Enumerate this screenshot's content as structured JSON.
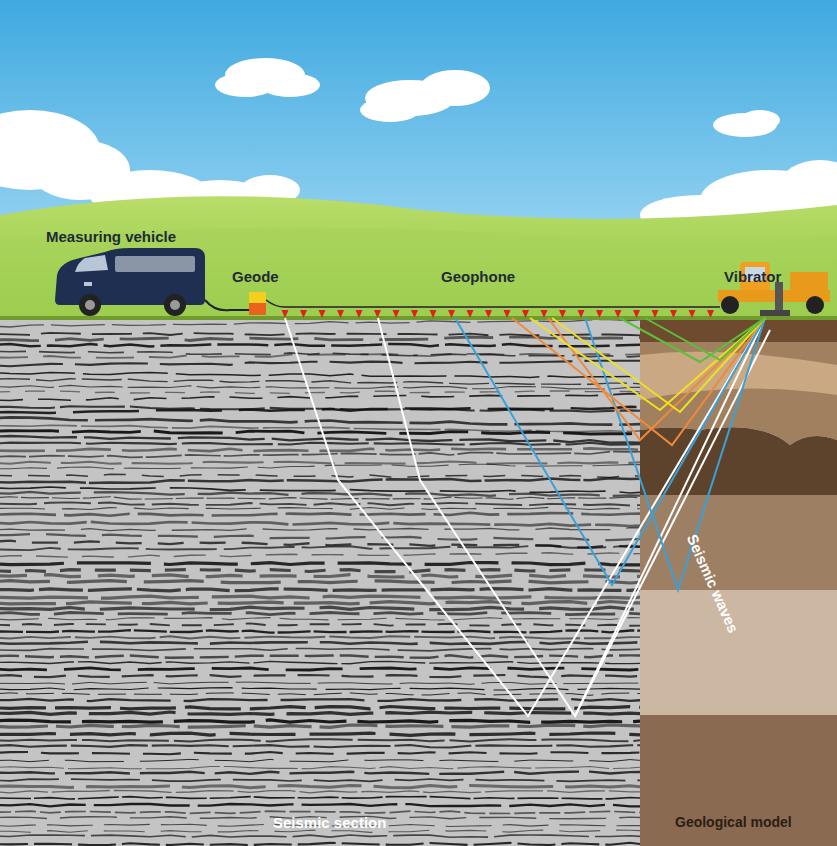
{
  "diagram": {
    "labels": [
      "Measuring vehicle",
      "Geode",
      "Geophone",
      "Vibrator",
      "Seismic waves",
      "Seismic section",
      "Geological model"
    ]
  }
}
